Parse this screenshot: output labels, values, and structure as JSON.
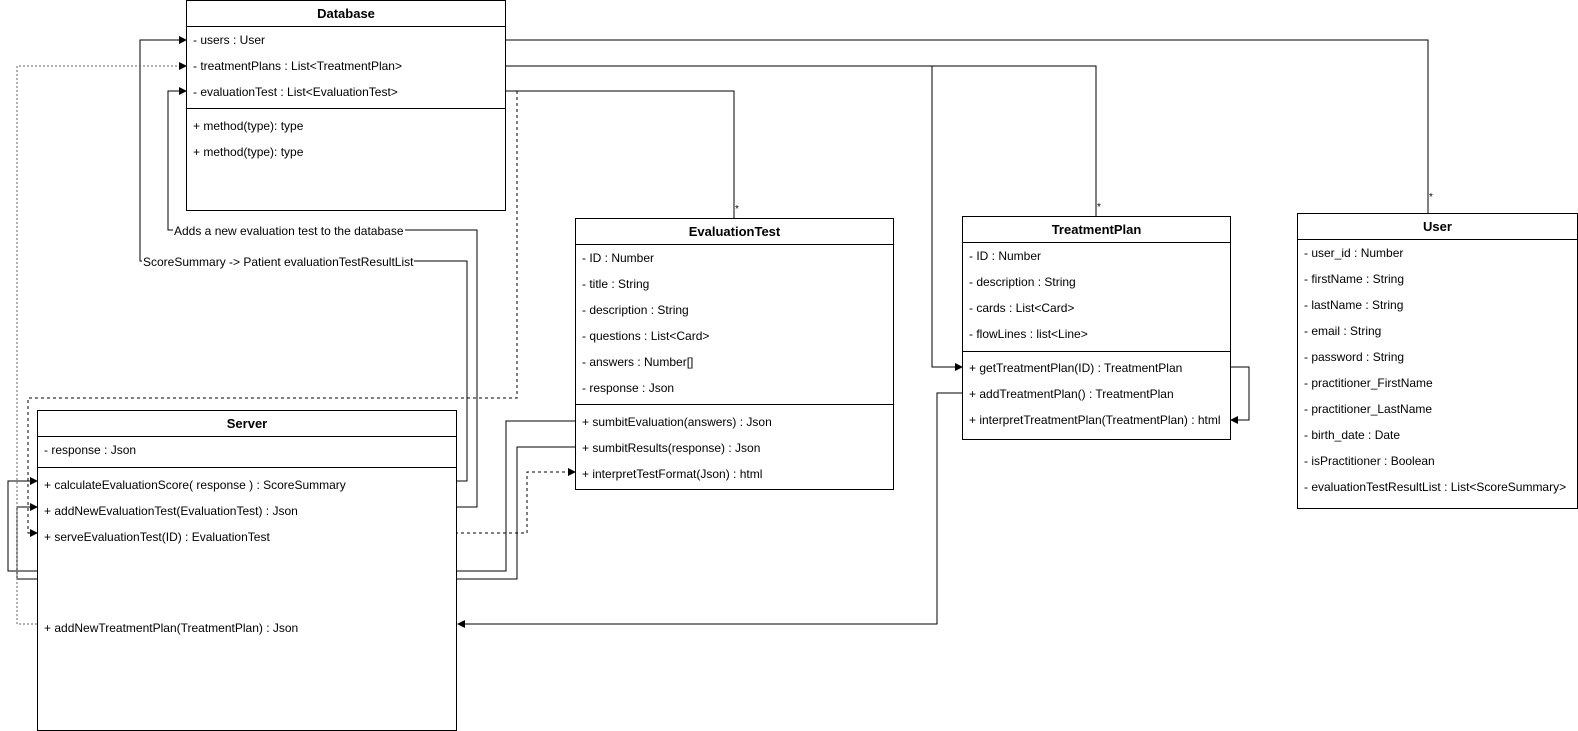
{
  "classes": {
    "database": {
      "title": "Database",
      "attributes": [
        "- users : User",
        "- treatmentPlans : List<TreatmentPlan>",
        "- evaluationTest : List<EvaluationTest>"
      ],
      "methods": [
        "+ method(type): type",
        "+ method(type): type"
      ]
    },
    "evaluationTest": {
      "title": "EvaluationTest",
      "attributes": [
        "- ID : Number",
        "- title : String",
        "- description : String",
        "- questions : List<Card>",
        "- answers : Number[]",
        "- response : Json"
      ],
      "methods": [
        "+ sumbitEvaluation(answers) : Json",
        "+ sumbitResults(response) : Json",
        "+ interpretTestFormat(Json) : html"
      ]
    },
    "treatmentPlan": {
      "title": "TreatmentPlan",
      "attributes": [
        "- ID : Number",
        "- description : String",
        "- cards : List<Card>",
        "- flowLines : list<Line>"
      ],
      "methods": [
        "+ getTreatmentPlan(ID) : TreatmentPlan",
        "+ addTreatmentPlan() : TreatmentPlan",
        "+ interpretTreatmentPlan(TreatmentPlan) : html"
      ]
    },
    "user": {
      "title": "User",
      "attributes": [
        "- user_id : Number",
        "- firstName : String",
        "- lastName : String",
        "- email : String",
        "- password : String",
        "- practitioner_FirstName",
        "- practitioner_LastName",
        "- birth_date : Date",
        "- isPractitioner : Boolean",
        "- evaluationTestResultList : List<ScoreSummary>"
      ]
    },
    "server": {
      "title": "Server",
      "attributes": [
        "- response : Json"
      ],
      "methods": [
        "+ calculateEvaluationScore( response ) : ScoreSummary",
        "+ addNewEvaluationTest(EvaluationTest) : Json",
        "+ serveEvaluationTest(ID) : EvaluationTest"
      ],
      "extra_method": "+ addNewTreatmentPlan(TreatmentPlan) : Json"
    }
  },
  "notes": {
    "add_eval": "Adds a new evaluation test to the database",
    "score_summary": "ScoreSummary -> Patient evaluationTestResultList"
  },
  "multiplicities": {
    "evaluation_test": "*",
    "treatment_plan": "*",
    "user": "*"
  }
}
